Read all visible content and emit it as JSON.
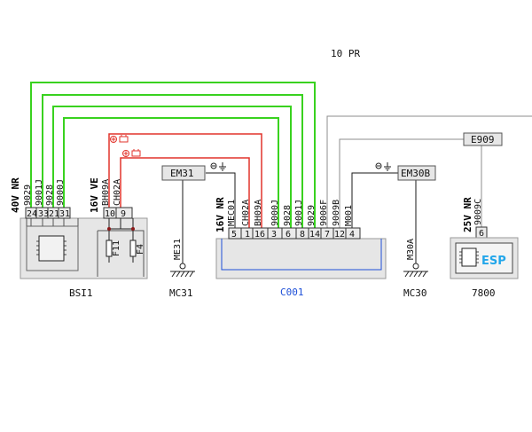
{
  "title": "10 PR",
  "colors": {
    "green": "#39d21f",
    "red": "#e2332b",
    "grey": "#8c8c8c",
    "black": "#1a1a1a",
    "blue": "#1d4fd8",
    "esp_text": "#22a6ea",
    "component_fill": "#e6e6e6",
    "connector_fill": "#ebebeb"
  },
  "bsi": {
    "name": "BSI1",
    "group_left": {
      "label": "40V NR",
      "wires": [
        "9029",
        "9001J",
        "9028",
        "9000J"
      ],
      "pins": [
        "24",
        "33",
        "21",
        "31"
      ]
    },
    "group_right": {
      "label": "16V VE",
      "wires": [
        "BH09A",
        "CH02A"
      ],
      "pins": [
        "10",
        "9"
      ]
    },
    "fuses": [
      "F11",
      "F4"
    ]
  },
  "em31": {
    "label": "EM31",
    "ground_wire": "ME31",
    "ground": "MC31"
  },
  "c001": {
    "name": "C001",
    "connector_label": "16V NR",
    "wires": [
      "MEC01",
      "CH02A",
      "BH09A",
      "9000J",
      "9028",
      "9001J",
      "9029",
      "9006F",
      "9009B",
      "M001"
    ],
    "pins": [
      "5",
      "1",
      "16",
      "3",
      "6",
      "8",
      "14",
      "7",
      "12",
      "4"
    ]
  },
  "em30b": {
    "label": "EM30B",
    "ground_wire": "M30A",
    "ground": "MC30"
  },
  "e909": {
    "label": "E909"
  },
  "esp": {
    "name": "7800",
    "connector_label": "25V NR",
    "wire": "9009C",
    "pin": "6",
    "logo": "ESP"
  }
}
